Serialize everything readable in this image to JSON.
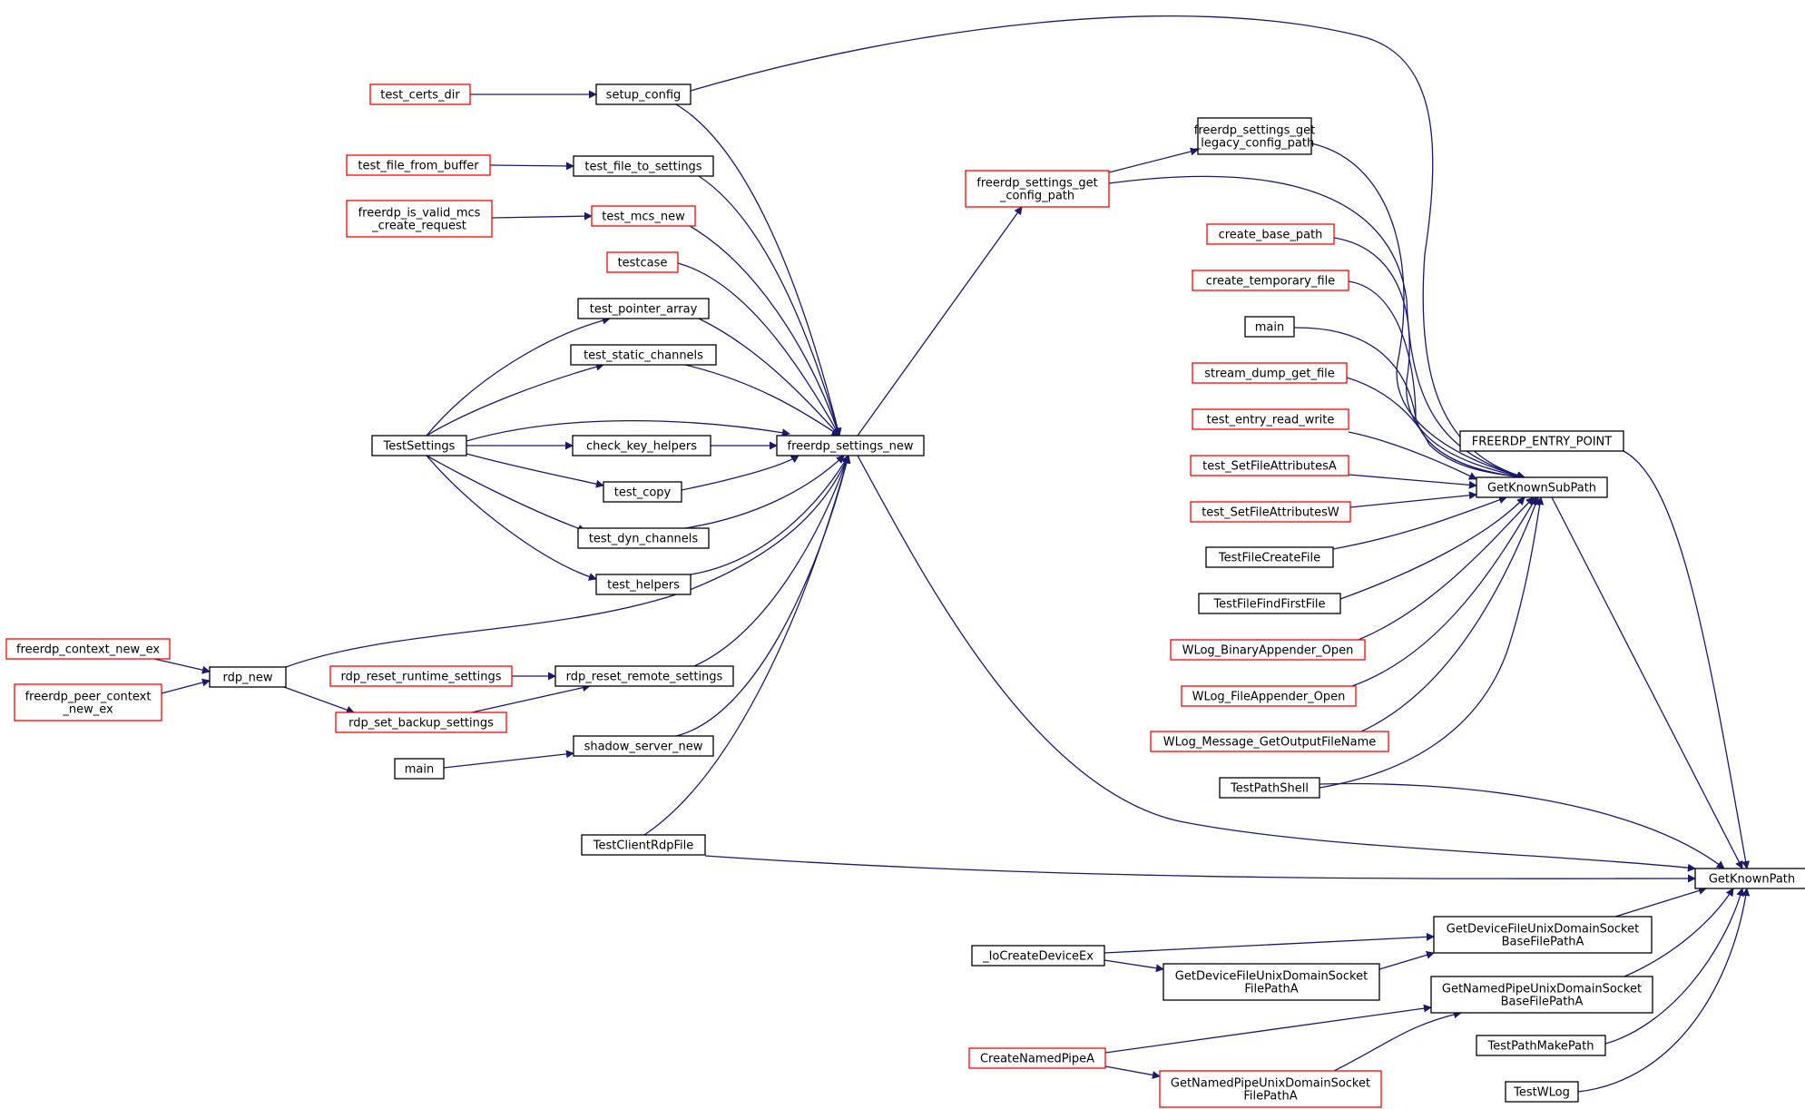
{
  "colors": {
    "edge": "#191970",
    "node_border_default": "#000000",
    "node_border_undocumented": "#ff0000",
    "node_fill_selected": "#bfbfbf",
    "node_fill": "#ffffff"
  },
  "nodes": {
    "GetKnownPath": {
      "lines": [
        "GetKnownPath"
      ],
      "border": "black",
      "selected": true
    },
    "FREERDP_ENTRY_POINT": {
      "lines": [
        "FREERDP_ENTRY_POINT"
      ],
      "border": "black"
    },
    "GetKnownSubPath": {
      "lines": [
        "GetKnownSubPath"
      ],
      "border": "black"
    },
    "freerdp_settings_get_legacy_config_path": {
      "lines": [
        "freerdp_settings_get",
        "_legacy_config_path"
      ],
      "border": "black"
    },
    "freerdp_settings_get_config_path": {
      "lines": [
        "freerdp_settings_get",
        "_config_path"
      ],
      "border": "red"
    },
    "create_base_path": {
      "lines": [
        "create_base_path"
      ],
      "border": "red"
    },
    "create_temporary_file": {
      "lines": [
        "create_temporary_file"
      ],
      "border": "red"
    },
    "main_right": {
      "lines": [
        "main"
      ],
      "border": "black"
    },
    "stream_dump_get_file": {
      "lines": [
        "stream_dump_get_file"
      ],
      "border": "red"
    },
    "test_entry_read_write": {
      "lines": [
        "test_entry_read_write"
      ],
      "border": "red"
    },
    "test_SetFileAttributesA": {
      "lines": [
        "test_SetFileAttributesA"
      ],
      "border": "red"
    },
    "test_SetFileAttributesW": {
      "lines": [
        "test_SetFileAttributesW"
      ],
      "border": "red"
    },
    "TestFileCreateFile": {
      "lines": [
        "TestFileCreateFile"
      ],
      "border": "black"
    },
    "TestFileFindFirstFile": {
      "lines": [
        "TestFileFindFirstFile"
      ],
      "border": "black"
    },
    "WLog_BinaryAppender_Open": {
      "lines": [
        "WLog_BinaryAppender_Open"
      ],
      "border": "red"
    },
    "WLog_FileAppender_Open": {
      "lines": [
        "WLog_FileAppender_Open"
      ],
      "border": "red"
    },
    "WLog_Message_GetOutputFileName": {
      "lines": [
        "WLog_Message_GetOutputFileName"
      ],
      "border": "red"
    },
    "TestPathShell": {
      "lines": [
        "TestPathShell"
      ],
      "border": "black"
    },
    "freerdp_settings_new": {
      "lines": [
        "freerdp_settings_new"
      ],
      "border": "black"
    },
    "setup_config": {
      "lines": [
        "setup_config"
      ],
      "border": "black"
    },
    "test_certs_dir": {
      "lines": [
        "test_certs_dir"
      ],
      "border": "red"
    },
    "test_file_to_settings": {
      "lines": [
        "test_file_to_settings"
      ],
      "border": "black"
    },
    "test_file_from_buffer": {
      "lines": [
        "test_file_from_buffer"
      ],
      "border": "red"
    },
    "test_mcs_new": {
      "lines": [
        "test_mcs_new"
      ],
      "border": "red"
    },
    "freerdp_is_valid_mcs_create_request": {
      "lines": [
        "freerdp_is_valid_mcs",
        "_create_request"
      ],
      "border": "red"
    },
    "testcase": {
      "lines": [
        "testcase"
      ],
      "border": "red"
    },
    "test_pointer_array": {
      "lines": [
        "test_pointer_array"
      ],
      "border": "black"
    },
    "test_static_channels": {
      "lines": [
        "test_static_channels"
      ],
      "border": "black"
    },
    "TestSettings": {
      "lines": [
        "TestSettings"
      ],
      "border": "black"
    },
    "check_key_helpers": {
      "lines": [
        "check_key_helpers"
      ],
      "border": "black"
    },
    "test_copy": {
      "lines": [
        "test_copy"
      ],
      "border": "black"
    },
    "test_dyn_channels": {
      "lines": [
        "test_dyn_channels"
      ],
      "border": "black"
    },
    "test_helpers": {
      "lines": [
        "test_helpers"
      ],
      "border": "black"
    },
    "freerdp_context_new_ex": {
      "lines": [
        "freerdp_context_new_ex"
      ],
      "border": "red"
    },
    "freerdp_peer_context_new_ex": {
      "lines": [
        "freerdp_peer_context",
        "_new_ex"
      ],
      "border": "red"
    },
    "rdp_new": {
      "lines": [
        "rdp_new"
      ],
      "border": "black"
    },
    "rdp_reset_runtime_settings": {
      "lines": [
        "rdp_reset_runtime_settings"
      ],
      "border": "red"
    },
    "rdp_reset_remote_settings": {
      "lines": [
        "rdp_reset_remote_settings"
      ],
      "border": "black"
    },
    "rdp_set_backup_settings": {
      "lines": [
        "rdp_set_backup_settings"
      ],
      "border": "red"
    },
    "main_left": {
      "lines": [
        "main"
      ],
      "border": "black"
    },
    "shadow_server_new": {
      "lines": [
        "shadow_server_new"
      ],
      "border": "black"
    },
    "TestClientRdpFile": {
      "lines": [
        "TestClientRdpFile"
      ],
      "border": "black"
    },
    "GetDeviceFileUnixDomainSocketBaseFilePathA": {
      "lines": [
        "GetDeviceFileUnixDomainSocket",
        "BaseFilePathA"
      ],
      "border": "black"
    },
    "IoCreateDeviceEx": {
      "lines": [
        "_IoCreateDeviceEx"
      ],
      "border": "black"
    },
    "GetDeviceFileUnixDomainSocketFilePathA": {
      "lines": [
        "GetDeviceFileUnixDomainSocket",
        "FilePathA"
      ],
      "border": "black"
    },
    "GetNamedPipeUnixDomainSocketBaseFilePathA": {
      "lines": [
        "GetNamedPipeUnixDomainSocket",
        "BaseFilePathA"
      ],
      "border": "black"
    },
    "CreateNamedPipeA": {
      "lines": [
        "CreateNamedPipeA"
      ],
      "border": "red"
    },
    "GetNamedPipeUnixDomainSocketFilePathA": {
      "lines": [
        "GetNamedPipeUnixDomainSocket",
        "FilePathA"
      ],
      "border": "red"
    },
    "TestPathMakePath": {
      "lines": [
        "TestPathMakePath"
      ],
      "border": "black"
    },
    "TestWLog": {
      "lines": [
        "TestWLog"
      ],
      "border": "black"
    }
  }
}
